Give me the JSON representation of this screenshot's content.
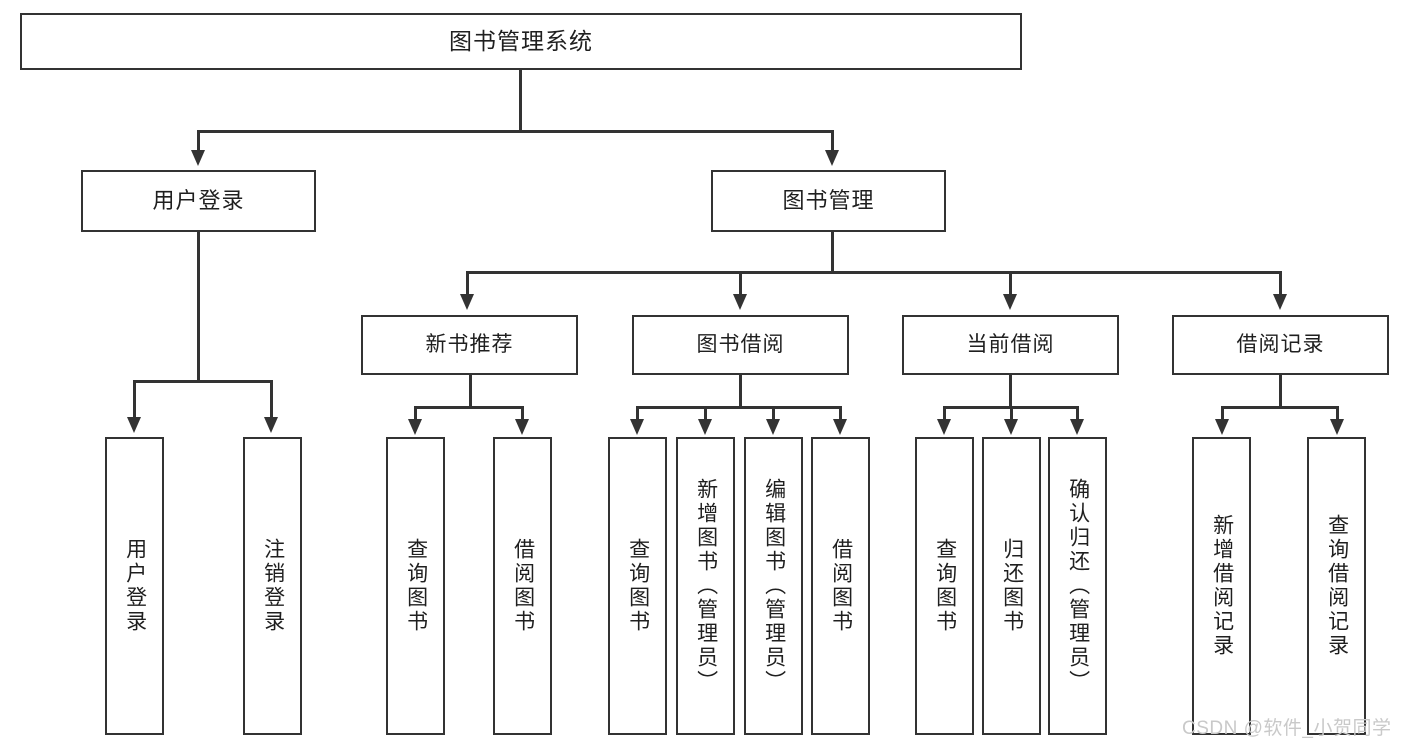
{
  "diagram": {
    "type": "tree-hierarchy",
    "title": "图书管理系统",
    "root": {
      "label": "图书管理系统"
    },
    "level2": [
      {
        "label": "用户登录"
      },
      {
        "label": "图书管理"
      }
    ],
    "level3": [
      {
        "label": "新书推荐"
      },
      {
        "label": "图书借阅"
      },
      {
        "label": "当前借阅"
      },
      {
        "label": "借阅记录"
      }
    ],
    "leaves": {
      "user_login": [
        {
          "label": "用户登录"
        },
        {
          "label": "注销登录"
        }
      ],
      "new_book_recommend": [
        {
          "label": "查询图书"
        },
        {
          "label": "借阅图书"
        }
      ],
      "book_borrow": [
        {
          "label": "查询图书"
        },
        {
          "label": "新增图书（管理员）"
        },
        {
          "label": "编辑图书（管理员）"
        },
        {
          "label": "借阅图书"
        }
      ],
      "current_borrow": [
        {
          "label": "查询图书"
        },
        {
          "label": "归还图书"
        },
        {
          "label": "确认归还（管理员）"
        }
      ],
      "borrow_records": [
        {
          "label": "新增借阅记录"
        },
        {
          "label": "查询借阅记录"
        }
      ]
    }
  },
  "watermark": {
    "text": "CSDN @软件_小贺同学"
  },
  "colors": {
    "stroke": "#333333",
    "text": "#1f1f1f",
    "background": "#ffffff",
    "watermark": "#c9c9c9"
  }
}
